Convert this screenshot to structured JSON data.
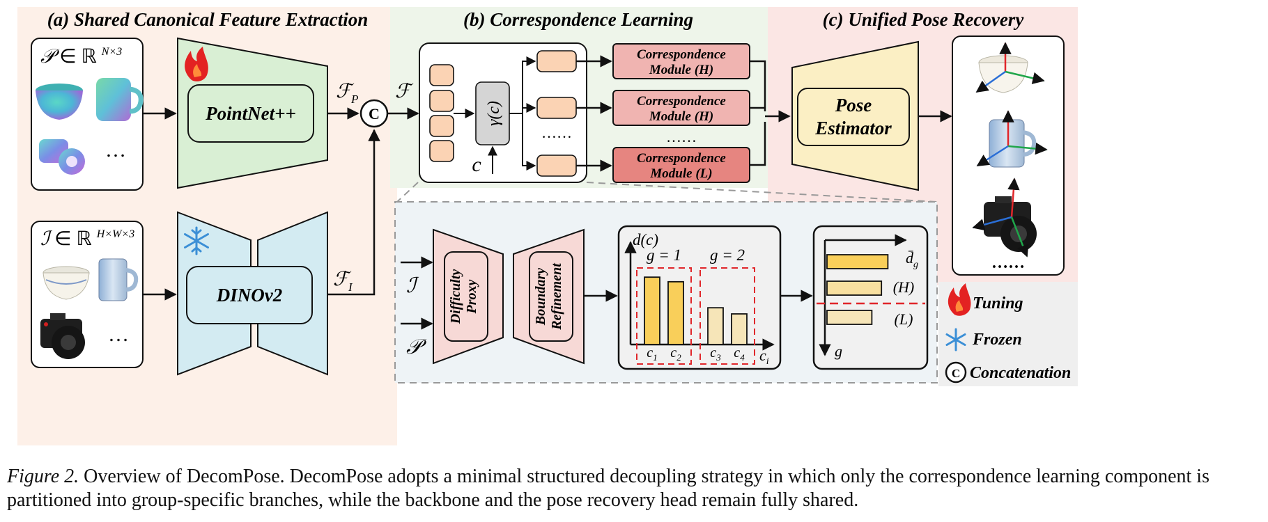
{
  "sections": {
    "a": "(a) Shared Canonical Feature Extraction",
    "b": "(b) Correspondence Learning",
    "c": "(c) Unified Pose Recovery"
  },
  "inputs": {
    "point_cloud": {
      "symbol": "𝒫",
      "relation": "∈ ℝ",
      "superscript": "N×3",
      "ellipsis": "…"
    },
    "image": {
      "symbol": "ℐ",
      "relation": "∈ ℝ",
      "superscript": "H×W×3",
      "ellipsis": "…"
    }
  },
  "encoders": {
    "pointnet": "PointNet++",
    "dinov2": "DINOv2",
    "feat_p": "ℱ",
    "feat_p_sub": "P",
    "feat_i": "ℱ",
    "feat_i_sub": "I",
    "concat_symbol": "C",
    "feat_fused": "ℱ"
  },
  "correspondence": {
    "gamma": "γ(c)",
    "c_label": "c",
    "dots_small": "……",
    "dots_modules": "……",
    "modules": [
      "Correspondence Module (H)",
      "Correspondence Module (H)",
      "Correspondence Module (L)"
    ]
  },
  "pose": {
    "estimator": "Pose Estimator"
  },
  "detail": {
    "proxy": "Difficulty Proxy",
    "refine": "Boundary Refinement",
    "in_i": "ℐ",
    "in_p": "𝒫",
    "dc": "d(c)",
    "g1": "g = 1",
    "g2": "g = 2",
    "ci": "c",
    "ci_sub": "i",
    "c_ticks": [
      "c1",
      "c2",
      "c3",
      "c4"
    ],
    "dbar": "d̄",
    "dbar_sub": "g",
    "high": "(H)",
    "low": "(L)",
    "g_axis": "g"
  },
  "legend": {
    "tuning": "Tuning",
    "frozen": "Frozen",
    "concat": "Concatenation",
    "concat_symbol": "C"
  },
  "caption": {
    "label": "Figure 2.",
    "text": "Overview of DecomPose. DecomPose adopts a minimal structured decoupling strategy in which only the correspondence learning component is partitioned into group-specific branches, while the backbone and the pose recovery head remain fully shared."
  },
  "colors": {
    "panel_a": "#fdf0e8",
    "panel_b": "#eef5ea",
    "panel_c": "#fbe6e4",
    "pointnet": "#d9efd4",
    "dino": "#d3ebf2",
    "pose": "#fbefc4",
    "module_h": "#f0b4b1",
    "module_l": "#e68580",
    "feature": "#fbd3b4",
    "bar_high": "#f9cf5a",
    "bar_low": "#f6e5b8",
    "dash_red": "#e0262a"
  },
  "chart_data": {
    "type": "bar",
    "title": "",
    "ylabel": "d(c)",
    "xlabel": "c_i",
    "categories": [
      "c1",
      "c2",
      "c3",
      "c4"
    ],
    "groups": [
      {
        "name": "g = 1",
        "categories": [
          "c1",
          "c2"
        ]
      },
      {
        "name": "g = 2",
        "categories": [
          "c3",
          "c4"
        ]
      }
    ],
    "values": [
      0.88,
      0.82,
      0.48,
      0.4
    ],
    "group_chart": {
      "type": "bar",
      "orientation": "horizontal",
      "values": [
        0.95,
        0.85,
        0.7
      ],
      "labels": [
        "",
        "(H)",
        "(L)"
      ],
      "xlabel": "d̄_g",
      "ylabel": "g"
    }
  }
}
